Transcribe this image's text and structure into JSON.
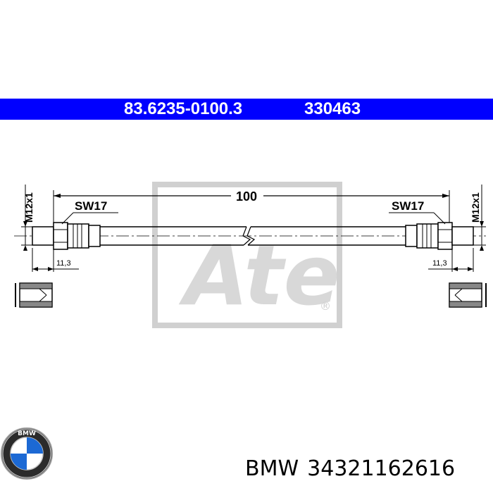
{
  "header": {
    "part_number": "83.6235-0100.3",
    "ref_number": "330463"
  },
  "drawing": {
    "length_label": "100",
    "left": {
      "wrench_label": "SW17",
      "thread_label": "M12x1",
      "fitting_length_label": "11,3"
    },
    "right": {
      "wrench_label": "SW17",
      "thread_label": "M12x1",
      "fitting_length_label": "11,3"
    },
    "watermark_text": "Ate"
  },
  "footer": {
    "brand": "BMW",
    "oem_number": "34321162616",
    "logo_letters": "BMW"
  },
  "colors": {
    "header_bg": "#0000ff",
    "header_text": "#ffffff",
    "line": "#000000",
    "watermark": "#d0d0d0",
    "logo_blue": "#1c69d4"
  }
}
